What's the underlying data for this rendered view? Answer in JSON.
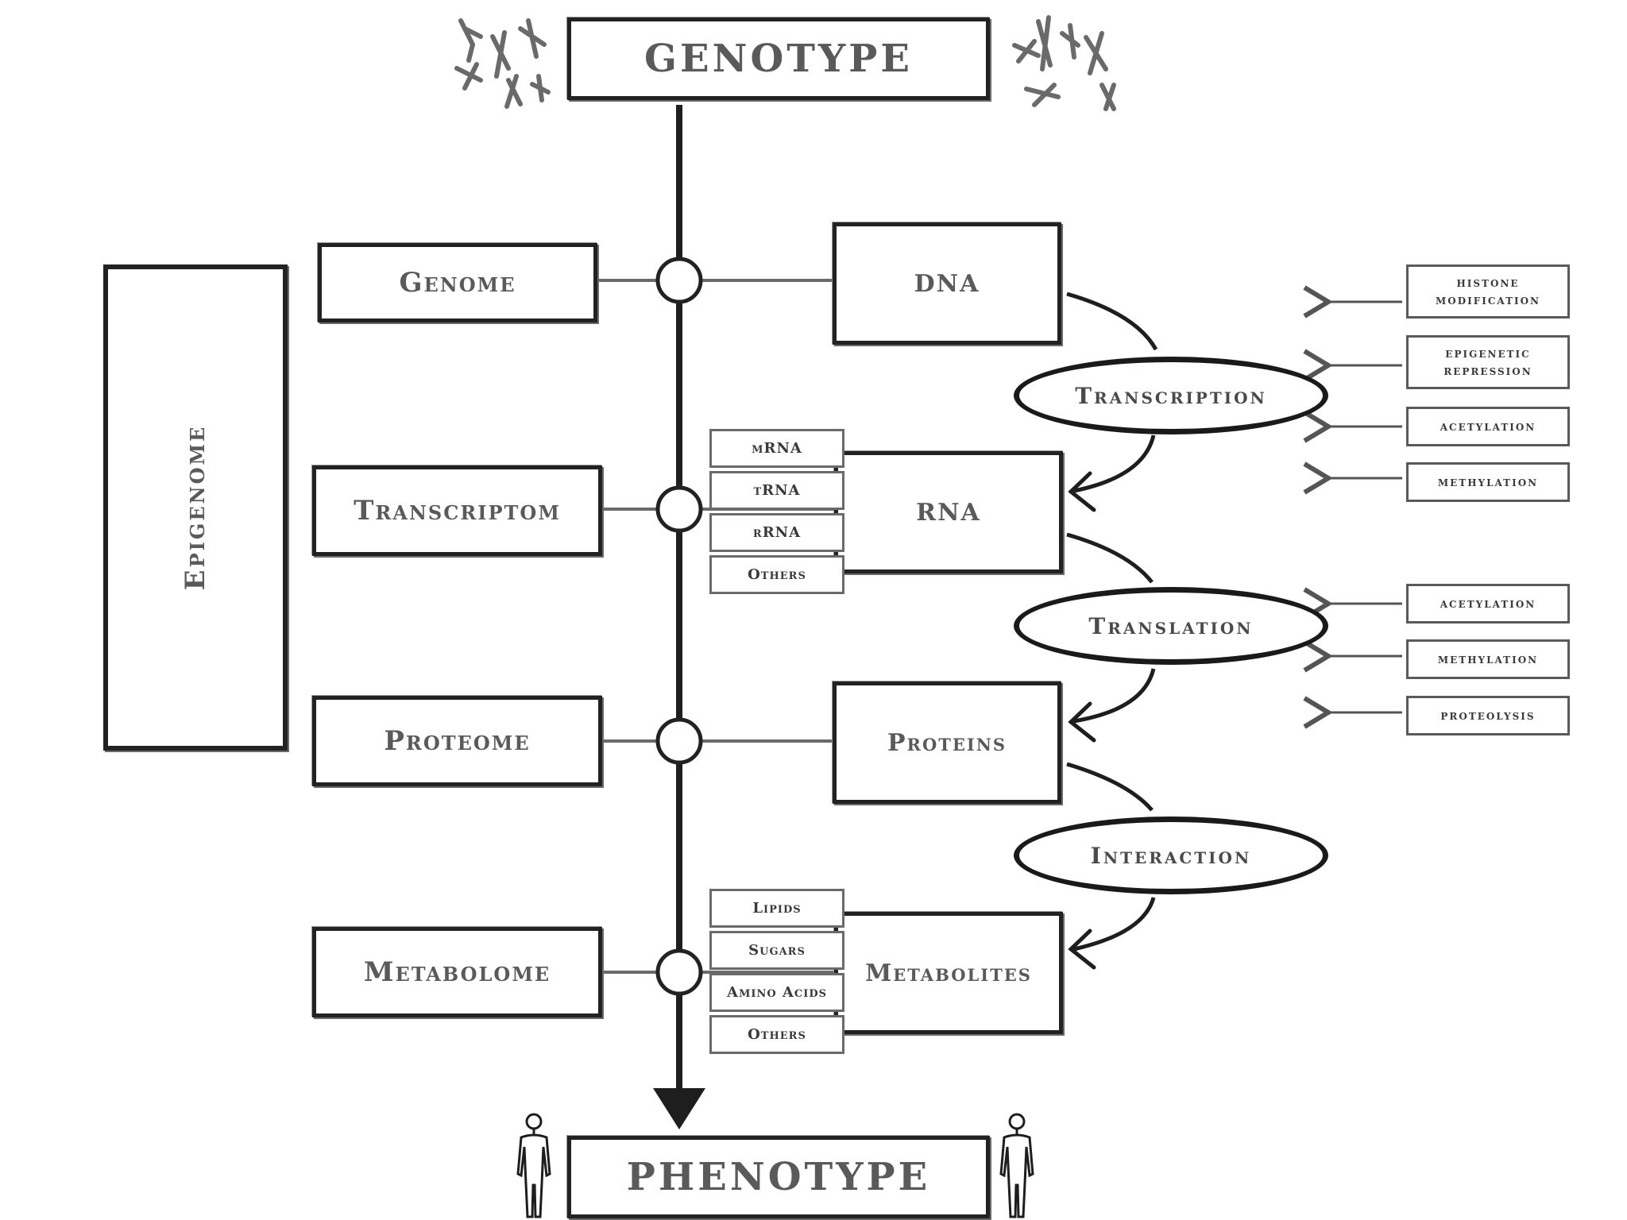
{
  "header": {
    "title": "GENOTYPE"
  },
  "footer": {
    "title": "PHENOTYPE"
  },
  "epigenome": {
    "label": "Epigenome"
  },
  "omics": [
    {
      "label": "Genome"
    },
    {
      "label": "Transcriptom"
    },
    {
      "label": "Proteome"
    },
    {
      "label": "Metabolome"
    }
  ],
  "molecules": [
    {
      "label": "DNA"
    },
    {
      "label": "RNA"
    },
    {
      "label": "Proteins"
    },
    {
      "label": "Metabolites"
    }
  ],
  "rna_types": [
    "mRNA",
    "tRNA",
    "rRNA",
    "Others"
  ],
  "metabolite_types": [
    "Lipids",
    "Sugars",
    "Amino Acids",
    "Others"
  ],
  "processes": [
    {
      "label": "Transcription"
    },
    {
      "label": "Translation"
    },
    {
      "label": "Interaction"
    }
  ],
  "transcription_modifiers": [
    "histone modification",
    "epigenetic repression",
    "acetylation",
    "methylation"
  ],
  "translation_modifiers": [
    "acetylation",
    "methylation",
    "proteolysis"
  ],
  "icons": {
    "genotype": [
      "chromosomes-icon",
      "chromosomes-icon"
    ],
    "phenotype": [
      "human-figure-icon",
      "human-figure-icon"
    ]
  }
}
